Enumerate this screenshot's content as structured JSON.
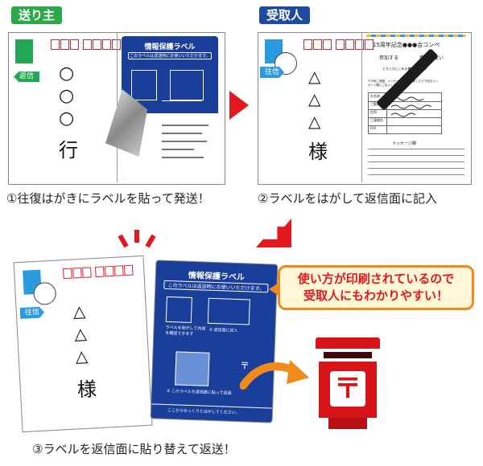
{
  "panel1": {
    "tag": "送り主",
    "tag_color": "#2aa84a",
    "circles": [
      "○",
      "○",
      "○"
    ],
    "addressee": "行",
    "return_tag": "返信",
    "label_title": "情報保護ラベル",
    "label_subtitle": "このラベルは返送時にお使いいただけます。",
    "caption": "①往復はがきにラベルを貼って発送！"
  },
  "panel2": {
    "tag": "受取人",
    "tag_color": "#1e4aa0",
    "triangles": [
      "△",
      "△",
      "△"
    ],
    "addressee": "様",
    "go_tag": "往信",
    "form_title": "15周年記念●●●会コンペ",
    "attend": "参加する",
    "decline": "参加しない",
    "form_note": "どちらかに○をお書きください",
    "form_note2": "その他ご連絡、メッセージなどありましたら下記のメッセージ欄にご記入ください。",
    "fields": [
      "お名前",
      "ご勤務先",
      "住所",
      "ご連絡先",
      "FAX"
    ],
    "message_label": "メッセージ欄",
    "caption": "②ラベルをはがして返信面に記入"
  },
  "panel3": {
    "triangles": [
      "△",
      "△",
      "△"
    ],
    "addressee": "様",
    "go_tag": "往信",
    "label_title": "情報保護ラベル",
    "label_subtitle": "このラベルは返送時にお使いいただけます。",
    "label_step1": "② 返信面に記入",
    "label_step2": "ラベルを剥がして内容を確認できます",
    "label_step3": "③ このラベルを返信面に貼って投函",
    "label_footer": "ここからゆっくりとはがしてください。",
    "post_symbol": "〒",
    "caption": "③ラベルを返信面に貼り替えて返送！"
  },
  "callout": {
    "line1": "使い方が印刷されているので",
    "line2": "受取人にもわかりやすい！"
  },
  "colors": {
    "arrow": "#e2181e",
    "label_blue": "#1a3f9a",
    "stamp_blue": "#2a9be0",
    "stamp_green": "#22a855",
    "orange": "#f08a1c",
    "postbox_red": "#d7141a"
  }
}
